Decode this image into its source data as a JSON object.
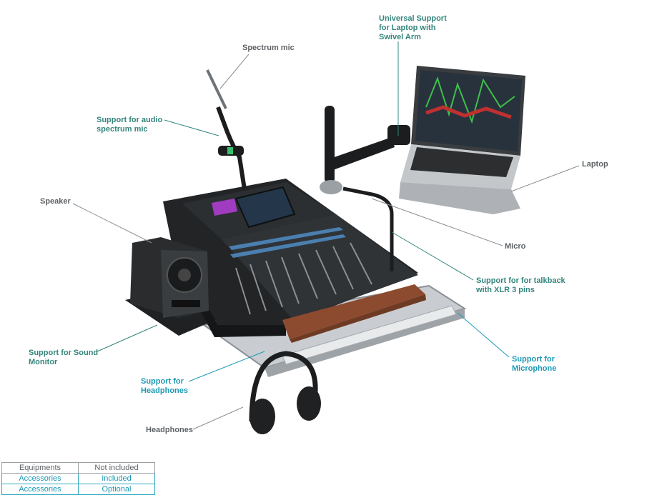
{
  "colors": {
    "equipment": "#5e6266",
    "included": "#34857c",
    "optional": "#1c99b5"
  },
  "callouts": {
    "spectrum_mic": "Spectrum mic",
    "support_audio_spectrum_mic": "Support for audio\nspectrum mic",
    "universal_support_laptop": "Universal Support\nfor Laptop with\nSwivel Arm",
    "laptop": "Laptop",
    "speaker": "Speaker",
    "micro": "Micro",
    "support_talkback": "Support for for talkback\nwith XLR 3 pins",
    "support_sound_monitor": "Support for Sound\nMonitor",
    "support_microphone": "Support for\nMicrophone",
    "support_headphones": "Support for\nHeadphones",
    "headphones": "Headphones"
  },
  "legend": [
    {
      "category": "Equipments",
      "status": "Not included"
    },
    {
      "category": "Accessories",
      "status": "Included"
    },
    {
      "category": "Accessories",
      "status": "Optional"
    }
  ]
}
